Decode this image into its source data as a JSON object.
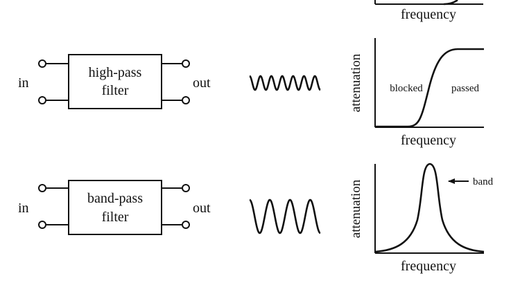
{
  "top_partial": {
    "xlabel": "frequency"
  },
  "highpass": {
    "input_label": "in",
    "output_label": "out",
    "filter_line1": "high-pass",
    "filter_line2": "filter",
    "graph": {
      "ylabel": "attenuation",
      "xlabel": "frequency",
      "region_left": "blocked",
      "region_right": "passed"
    }
  },
  "bandpass": {
    "input_label": "in",
    "output_label": "out",
    "filter_line1": "band-pass",
    "filter_line2": "filter",
    "graph": {
      "ylabel": "attenuation",
      "xlabel": "frequency",
      "annotation": "band"
    }
  }
}
